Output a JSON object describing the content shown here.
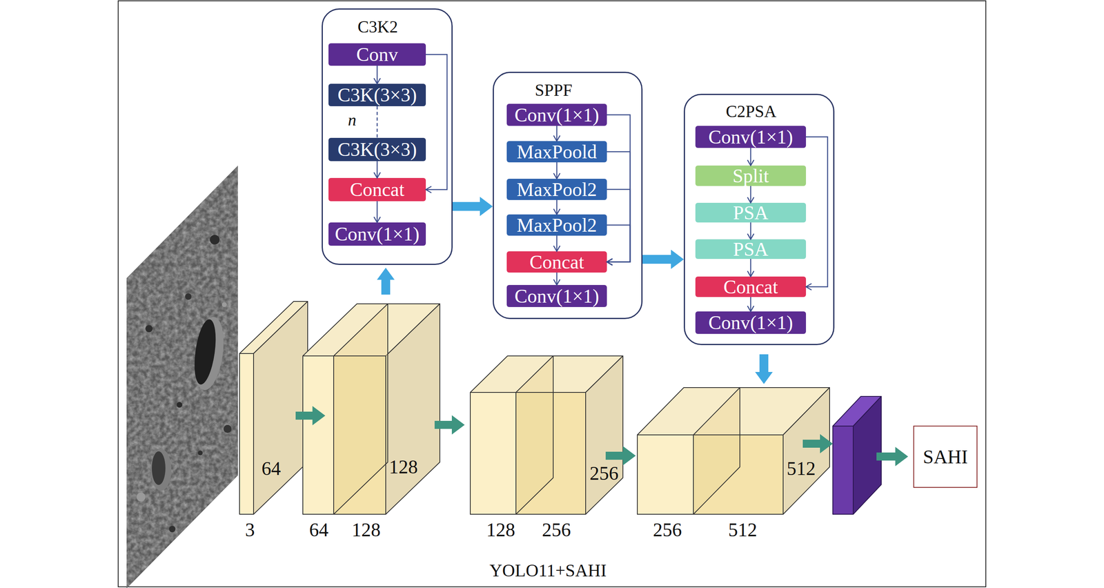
{
  "diagram": {
    "caption": "YOLO11+SAHI",
    "nodes": [
      {
        "text": [
          "C3K2"
        ]
      },
      {
        "text": [
          "Conv"
        ],
        "in": 0
      },
      {
        "text": [
          "C3K(3×3)"
        ],
        "in": 0
      },
      {
        "text": [
          "C3K(3×3)"
        ],
        "in": 0
      },
      {
        "text": [
          "Concat"
        ],
        "in": 0
      },
      {
        "text": [
          "Conv(1×1)"
        ],
        "in": 0
      },
      {
        "text": [
          "SPPF"
        ]
      },
      {
        "text": [
          "Conv(1×1)"
        ],
        "in": 6
      },
      {
        "text": [
          "MaxPoold"
        ],
        "in": 6
      },
      {
        "text": [
          "MaxPool2"
        ],
        "in": 6
      },
      {
        "text": [
          "MaxPool2"
        ],
        "in": 6
      },
      {
        "text": [
          "Concat"
        ],
        "in": 6
      },
      {
        "text": [
          "Conv(1×1)"
        ],
        "in": 6
      },
      {
        "text": [
          "C2PSA"
        ]
      },
      {
        "text": [
          "Conv(1×1)"
        ],
        "in": 13
      },
      {
        "text": [
          "Split"
        ],
        "in": 13
      },
      {
        "text": [
          "PSA"
        ],
        "in": 13
      },
      {
        "text": [
          "PSA"
        ],
        "in": 13
      },
      {
        "text": [
          "Concat"
        ],
        "in": 13
      },
      {
        "text": [
          "Conv(1×1)"
        ],
        "in": 13
      },
      {
        "text": [
          "SAHI"
        ]
      }
    ],
    "edges": [
      {
        "from": 1,
        "to": 2,
        "arrow": "to"
      },
      {
        "from": 2,
        "to": 3,
        "arrow": "none"
      },
      {
        "from": 3,
        "to": 4,
        "arrow": "to"
      },
      {
        "from": 1,
        "to": 4,
        "arrow": "to"
      },
      {
        "from": 4,
        "to": 5,
        "arrow": "to"
      },
      {
        "from": 7,
        "to": 8,
        "arrow": "to"
      },
      {
        "from": 8,
        "to": 9,
        "arrow": "to"
      },
      {
        "from": 9,
        "to": 10,
        "arrow": "to"
      },
      {
        "from": 10,
        "to": 11,
        "arrow": "to"
      },
      {
        "from": 7,
        "to": 11,
        "arrow": "to"
      },
      {
        "from": 8,
        "to": 11,
        "arrow": "to"
      },
      {
        "from": 9,
        "to": 11,
        "arrow": "to"
      },
      {
        "from": 10,
        "to": 11,
        "arrow": "to"
      },
      {
        "from": 11,
        "to": 12,
        "arrow": "to"
      },
      {
        "from": 14,
        "to": 15,
        "arrow": "to"
      },
      {
        "from": 15,
        "to": 16,
        "arrow": "to"
      },
      {
        "from": 16,
        "to": 17,
        "arrow": "to"
      },
      {
        "from": 17,
        "to": 18,
        "arrow": "to"
      },
      {
        "from": 14,
        "to": 18,
        "arrow": "to"
      },
      {
        "from": 18,
        "to": 19,
        "arrow": "to"
      },
      {
        "from": 0,
        "to": 6,
        "arrow": "to"
      },
      {
        "from": 6,
        "to": 13,
        "arrow": "to"
      }
    ],
    "labels": [
      "n",
      "64",
      "128",
      "256",
      "512",
      "3",
      "64",
      "128",
      "128",
      "256",
      "256",
      "512"
    ]
  }
}
